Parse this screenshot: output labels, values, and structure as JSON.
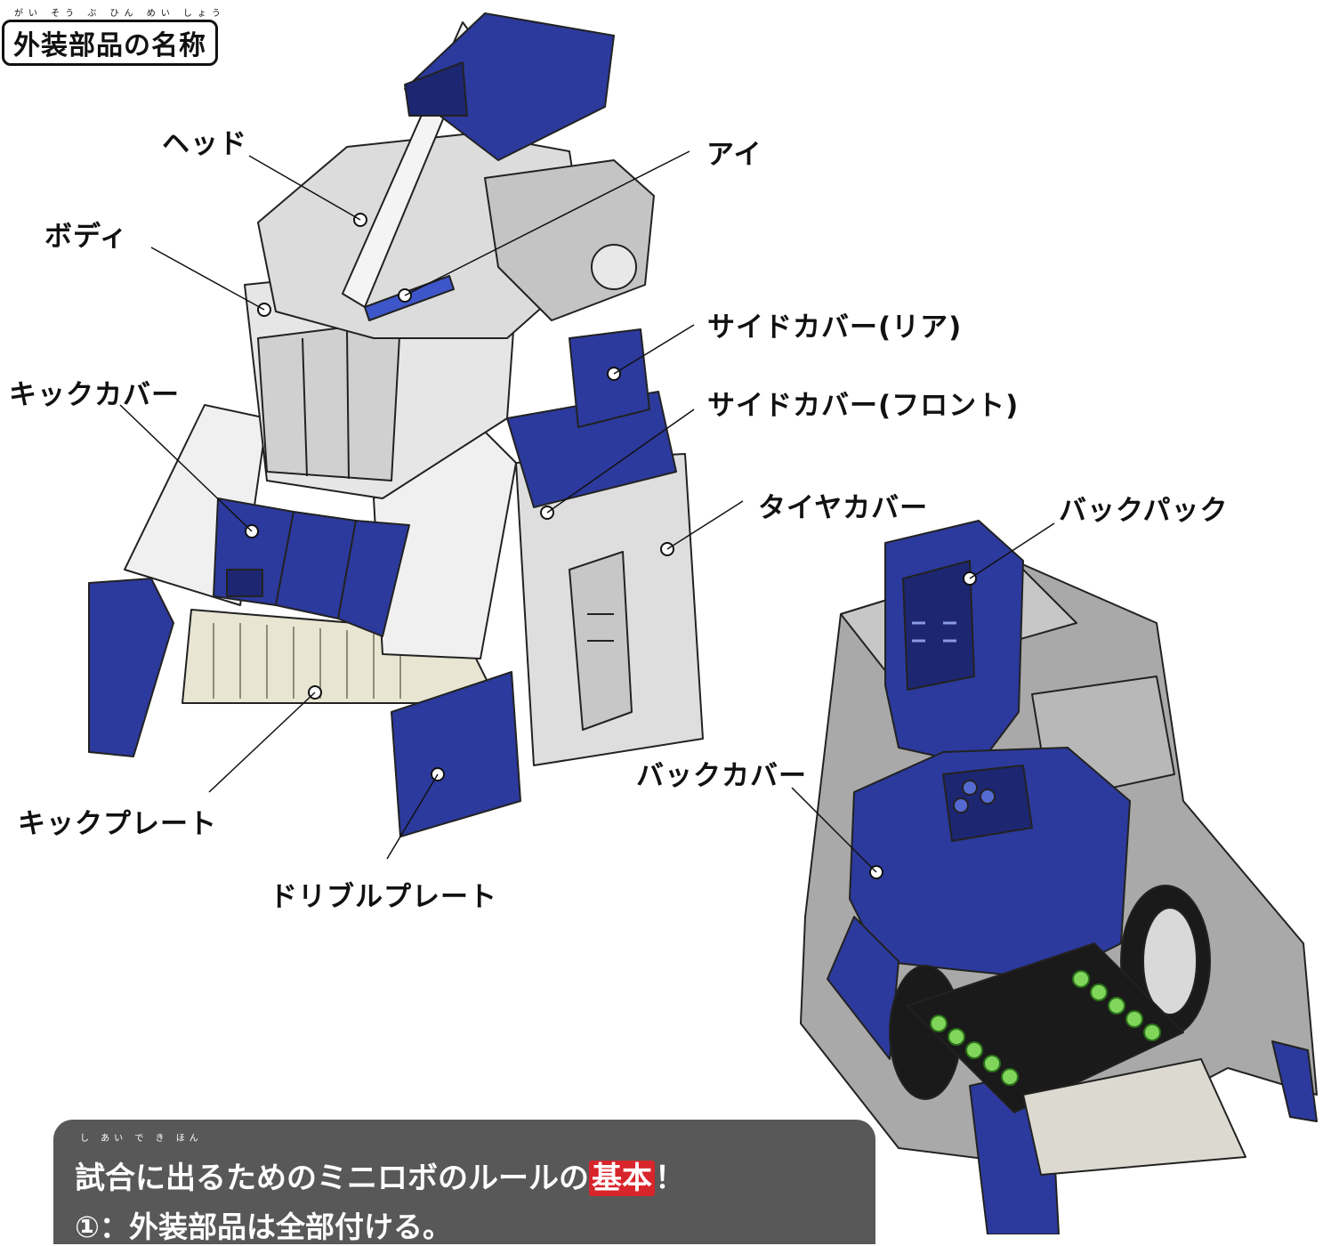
{
  "title": {
    "ruby": "がい そう ぶ ひん めい しょう",
    "text": "外装部品の名称"
  },
  "labels": {
    "head": "ヘッド",
    "eye": "アイ",
    "body": "ボディ",
    "side_cover_rear": "サイドカバー(リア)",
    "kick_cover": "キックカバー",
    "side_cover_front": "サイドカバー(フロント)",
    "tire_cover": "タイヤカバー",
    "backpack": "バックパック",
    "back_cover": "バックカバー",
    "kick_plate": "キックプレート",
    "dribble_plate": "ドリブルプレート"
  },
  "rules": {
    "ruby": "し あい で き ほん",
    "title_prefix": "試合に出るためのミニロボのルールの",
    "title_highlight": "基本",
    "title_suffix": "！",
    "item1": "①：外装部品は全部付ける。"
  },
  "colors": {
    "blue": "#2c3a9e",
    "dark_blue": "#1d2670",
    "light_gray": "#e6e6e6",
    "gray": "#a9a9a9",
    "highlight_red": "#d8242b",
    "rule_bg": "#585858"
  }
}
